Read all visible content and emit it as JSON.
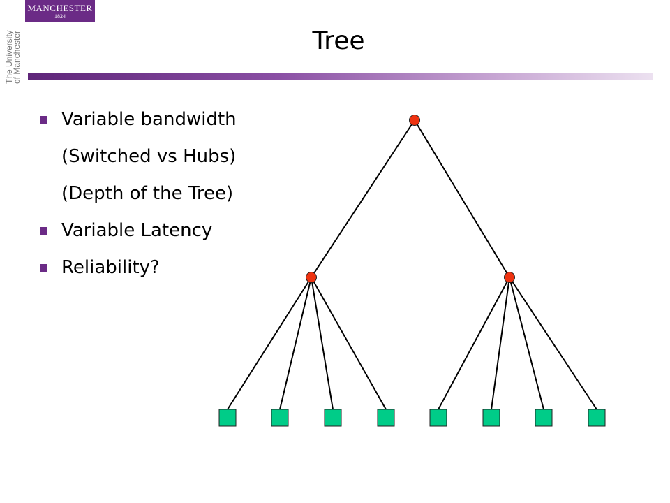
{
  "logo": {
    "name": "MANCHESTER",
    "year": "1824",
    "university_line1": "The University",
    "university_line2": "of Manchester"
  },
  "slide": {
    "title": "Tree",
    "bullets": [
      {
        "text": "Variable bandwidth",
        "marker": true
      },
      {
        "text": "(Switched vs Hubs)",
        "marker": false
      },
      {
        "text": "(Depth of the Tree)",
        "marker": false
      },
      {
        "text": "Variable Latency",
        "marker": true
      },
      {
        "text": "Reliability?",
        "marker": true
      }
    ]
  },
  "diagram": {
    "type": "tree",
    "root": {
      "kind": "switch",
      "children": [
        {
          "kind": "switch",
          "children": [
            {
              "kind": "host"
            },
            {
              "kind": "host"
            },
            {
              "kind": "host"
            },
            {
              "kind": "host"
            }
          ]
        },
        {
          "kind": "switch",
          "children": [
            {
              "kind": "host"
            },
            {
              "kind": "host"
            },
            {
              "kind": "host"
            },
            {
              "kind": "host"
            }
          ]
        }
      ]
    },
    "colors": {
      "switch": "#ee3311",
      "host": "#00cc88",
      "edge": "#000000",
      "accent": "#6b2b86"
    }
  }
}
